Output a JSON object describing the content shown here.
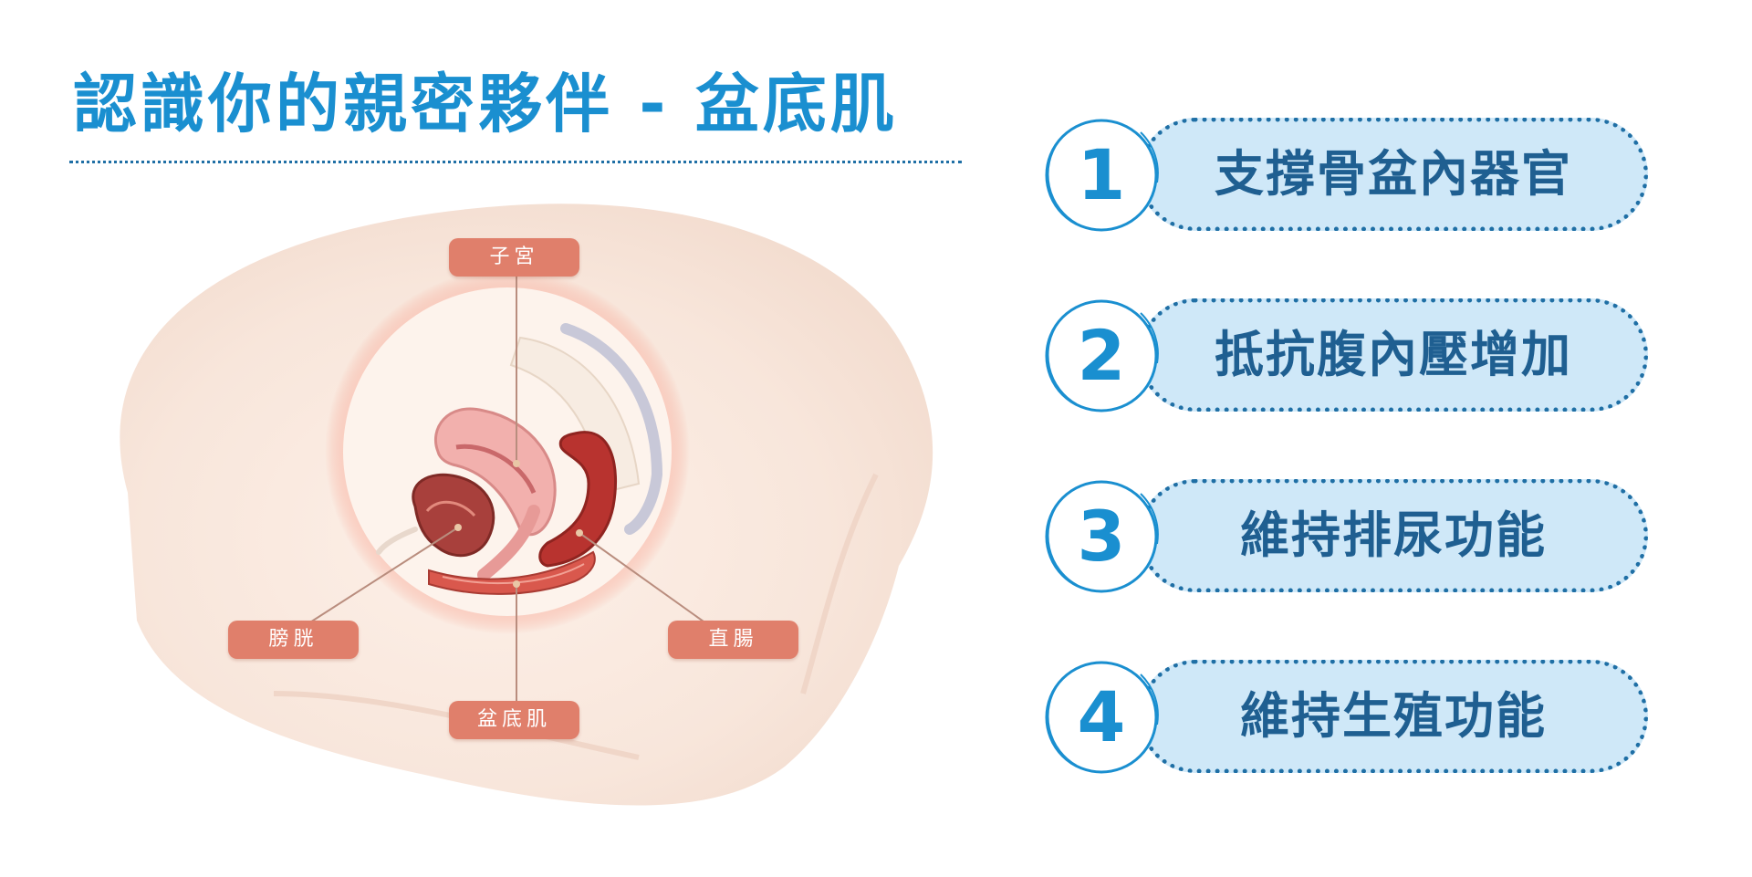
{
  "title": "認識你的親密夥伴 - 盆底肌",
  "labels": {
    "uterus": "子宮",
    "bladder": "膀胱",
    "rectum": "直腸",
    "pelvic_floor": "盆底肌"
  },
  "functions": [
    {
      "number": "1",
      "text": "支撐骨盆內器官"
    },
    {
      "number": "2",
      "text": "抵抗腹內壓增加"
    },
    {
      "number": "3",
      "text": "維持排尿功能"
    },
    {
      "number": "4",
      "text": "維持生殖功能"
    }
  ],
  "colors": {
    "title": "#1a8fd0",
    "pill_fill": "#cfe8f8",
    "pill_border": "#1f6fa5",
    "label_fill": "#e07f6b"
  }
}
